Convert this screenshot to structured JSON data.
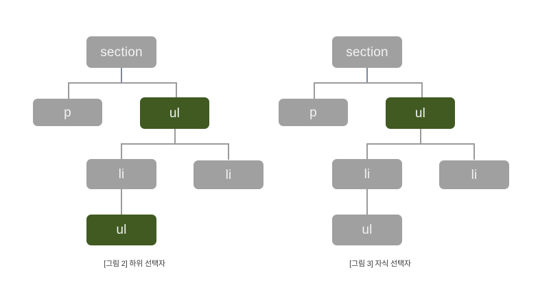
{
  "page": {
    "background_color": "#ffffff",
    "node_gray": "#a0a0a0",
    "node_green": "#405a22",
    "edge_color": "#9a9a9a",
    "stem_color": "#7d8796",
    "label_color": "#f2f2f2",
    "caption_color": "#3a3a3a"
  },
  "figures": [
    {
      "id": "figure-2",
      "caption": "[그림 2] 하위 선택자",
      "nodes": {
        "section": {
          "label": "section",
          "state": "normal"
        },
        "p": {
          "label": "p",
          "state": "normal"
        },
        "ul_top": {
          "label": "ul",
          "state": "highlighted"
        },
        "li_left": {
          "label": "li",
          "state": "normal"
        },
        "li_right": {
          "label": "li",
          "state": "normal"
        },
        "ul_nested": {
          "label": "ul",
          "state": "highlighted"
        }
      }
    },
    {
      "id": "figure-3",
      "caption": "[그림 3] 자식 선택자",
      "nodes": {
        "section": {
          "label": "section",
          "state": "normal"
        },
        "p": {
          "label": "p",
          "state": "normal"
        },
        "ul_top": {
          "label": "ul",
          "state": "highlighted"
        },
        "li_left": {
          "label": "li",
          "state": "normal"
        },
        "li_right": {
          "label": "li",
          "state": "normal"
        },
        "ul_nested": {
          "label": "ul",
          "state": "normal"
        }
      }
    }
  ]
}
